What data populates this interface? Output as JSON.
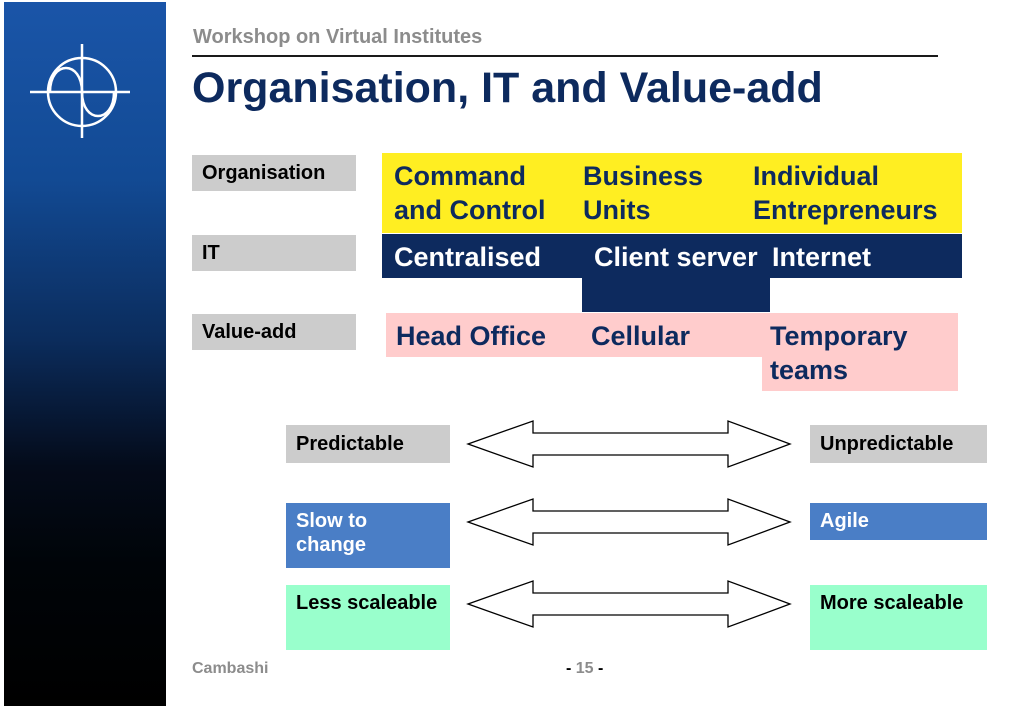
{
  "header": {
    "subtitle": "Workshop on Virtual Institutes",
    "title": "Organisation, IT and Value-add"
  },
  "rows": {
    "organisation": {
      "label": "Organisation",
      "cells": [
        "Command and Control",
        "Business Units",
        "Individual Entrepreneurs"
      ]
    },
    "it": {
      "label": "IT",
      "cells": [
        "Centralised",
        "Client server",
        "Internet"
      ]
    },
    "value_add": {
      "label": "Value-add",
      "cells": [
        "Head Office",
        "Cellular",
        "Temporary teams"
      ]
    }
  },
  "spectrum": [
    {
      "left": "Predictable",
      "right": "Unpredictable"
    },
    {
      "left": "Slow to change",
      "right": "Agile"
    },
    {
      "left": "Less scaleable",
      "right": "More scaleable"
    }
  ],
  "footer": {
    "company": "Cambashi",
    "page": "15",
    "dash": "-"
  },
  "colors": {
    "title": "#0d2a5e",
    "yellow": "#ffee22",
    "navy": "#0d2a5e",
    "pink": "#ffcccc",
    "gray": "#cccccc",
    "blue": "#4a7ec6",
    "mint": "#99ffcc"
  },
  "icons": {
    "logo": "circle-wave-cross-logo",
    "arrows": "double-headed-arrow"
  }
}
